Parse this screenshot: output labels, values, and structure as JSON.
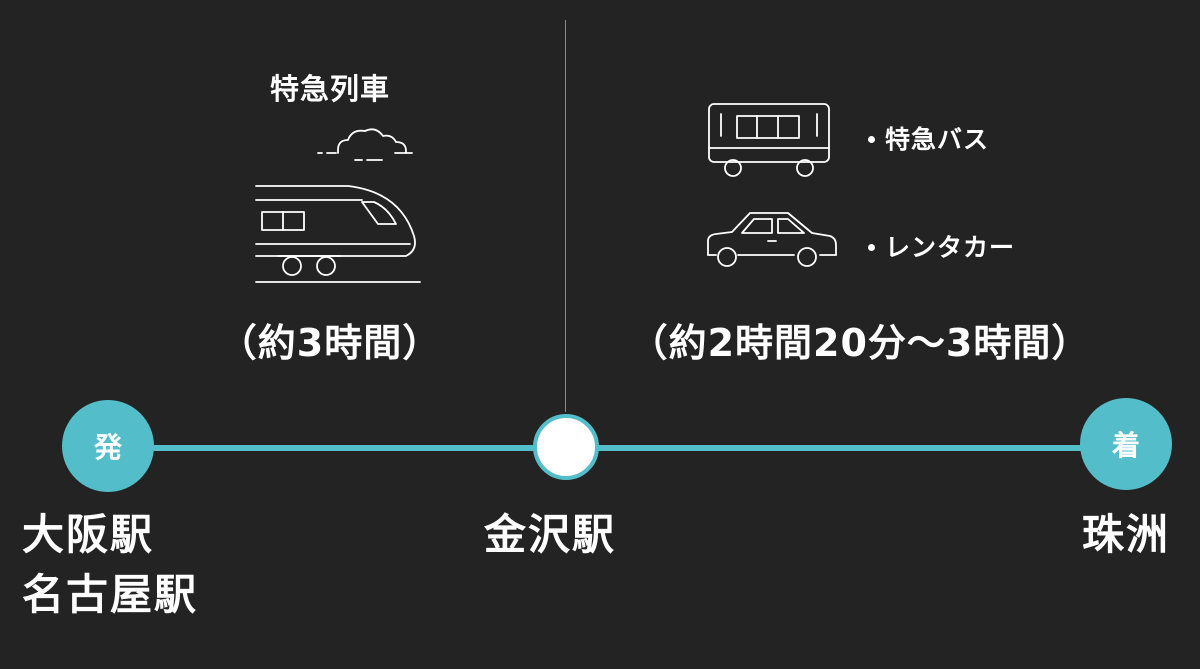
{
  "left_section": {
    "title": "特急列車",
    "duration": "（約3時間）"
  },
  "right_section": {
    "options": [
      {
        "label": "特急バス",
        "icon": "bus-icon"
      },
      {
        "label": "レンタカー",
        "icon": "car-icon"
      }
    ],
    "duration": "（約2時間20分～3時間）"
  },
  "route": {
    "line_color": "#53bec9",
    "depart_badge": "発",
    "arrive_badge": "着",
    "origin_stations": [
      "大阪駅",
      "名古屋駅"
    ],
    "transfer_station": "金沢駅",
    "destination": "珠洲"
  },
  "colors": {
    "background": "#232323",
    "accent": "#53bec9",
    "text": "#ffffff"
  }
}
